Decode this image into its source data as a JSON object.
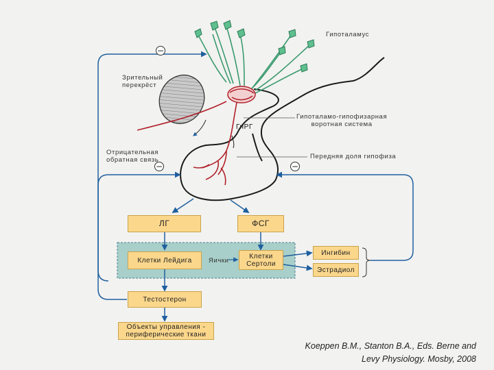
{
  "labels": {
    "hypothalamus": "Гипоталамус",
    "optic_chiasm": "Зрительный перекрёст",
    "gnrh": "ГнРГ",
    "portal_system_line1": "Гипоталамо-гипофизарная",
    "portal_system_line2": "воротная система",
    "negative_feedback_line1": "Отрицательная",
    "negative_feedback_line2": "обратная связь",
    "anterior_pituitary": "Передняя доля гипофиза",
    "testes": "Яички",
    "minus_sign": "−"
  },
  "boxes": {
    "lh": "ЛГ",
    "fsh": "ФСГ",
    "leydig": "Клетки Лейдига",
    "sertoli_line1": "Клетки",
    "sertoli_line2": "Сертоли",
    "inhibin": "Ингибин",
    "estradiol": "Эстрадиол",
    "testosterone": "Тестостерон",
    "targets_line1": "Объекты управления -",
    "targets_line2": "периферические ткани"
  },
  "citation": {
    "line1": "Koeppen B.M., Stanton B.A., Eds. Berne and",
    "line2": "Levy Physiology. Mosby, 2008"
  },
  "colors": {
    "arrow": "#1f5f9f",
    "box_fill": "#fbd78c",
    "testes_region": "#a8cfc9",
    "neuron": "#3a9a6e",
    "vessel": "#b0202a"
  }
}
